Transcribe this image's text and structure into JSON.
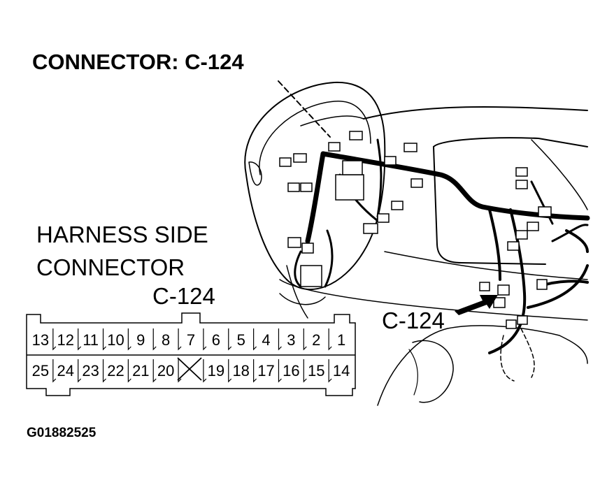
{
  "title": "CONNECTOR: C-124",
  "harness_label": {
    "line1": "HARNESS SIDE",
    "line2": "CONNECTOR",
    "connector_id": "C-124"
  },
  "callout_label": "C-124",
  "figure_id": "G01882525",
  "connector": {
    "top_row": [
      "13",
      "12",
      "11",
      "10",
      "9",
      "8",
      "7",
      "6",
      "5",
      "4",
      "3",
      "2",
      "1"
    ],
    "bottom_row": [
      "25",
      "24",
      "23",
      "22",
      "21",
      "20",
      "",
      "19",
      "18",
      "17",
      "16",
      "15",
      "14"
    ],
    "empty_cavity_marker": "x-mark"
  }
}
